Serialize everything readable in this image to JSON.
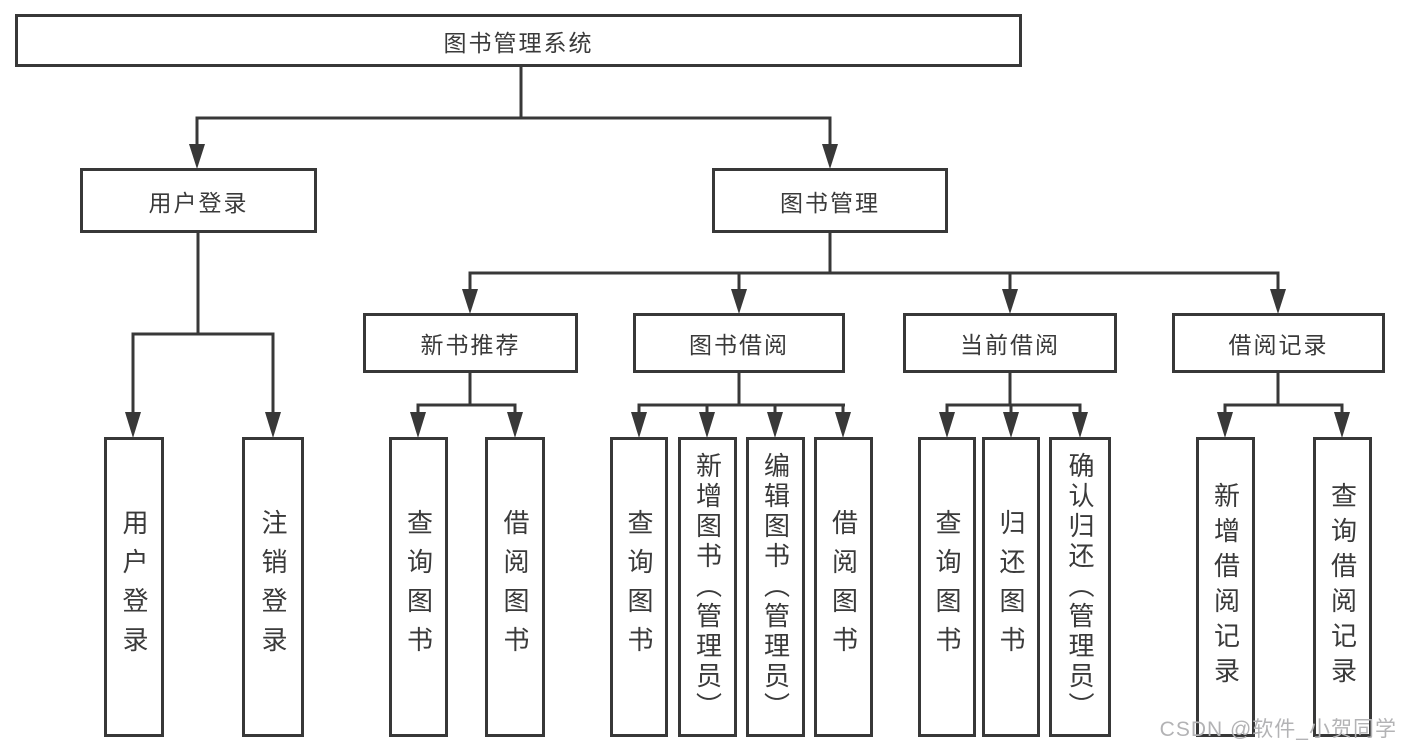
{
  "diagram": {
    "root": {
      "label": "图书管理系统"
    },
    "level2": {
      "user_login": {
        "label": "用户登录"
      },
      "book_mgmt": {
        "label": "图书管理"
      }
    },
    "level3": {
      "new_books": {
        "label": "新书推荐"
      },
      "book_borrow": {
        "label": "图书借阅"
      },
      "current_borrow": {
        "label": "当前借阅"
      },
      "borrow_records": {
        "label": "借阅记录"
      }
    },
    "leaves": {
      "user_login_leaf": {
        "label": "用户登录",
        "parent": "用户登录"
      },
      "logout_leaf": {
        "label": "注销登录",
        "parent": "用户登录"
      },
      "query_books_new": {
        "label": "查询图书",
        "parent": "新书推荐"
      },
      "borrow_books_new": {
        "label": "借阅图书",
        "parent": "新书推荐"
      },
      "query_books_borrow": {
        "label": "查询图书",
        "parent": "图书借阅"
      },
      "add_books_admin": {
        "label": "新增图书（管理员）",
        "parent": "图书借阅"
      },
      "edit_books_admin": {
        "label": "编辑图书（管理员）",
        "parent": "图书借阅"
      },
      "borrow_books_borrow": {
        "label": "借阅图书",
        "parent": "图书借阅"
      },
      "query_books_current": {
        "label": "查询图书",
        "parent": "当前借阅"
      },
      "return_books": {
        "label": "归还图书",
        "parent": "当前借阅"
      },
      "confirm_return_admin": {
        "label": "确认归还（管理员）",
        "parent": "当前借阅"
      },
      "add_borrow_record": {
        "label": "新增借阅记录",
        "parent": "借阅记录"
      },
      "query_borrow_record": {
        "label": "查询借阅记录",
        "parent": "借阅记录"
      }
    },
    "watermark": "CSDN @软件_小贺同学",
    "colors": {
      "line": "#383838",
      "text": "#3a3a3a",
      "background": "#ffffff",
      "watermark": "#b3b3b5"
    }
  }
}
